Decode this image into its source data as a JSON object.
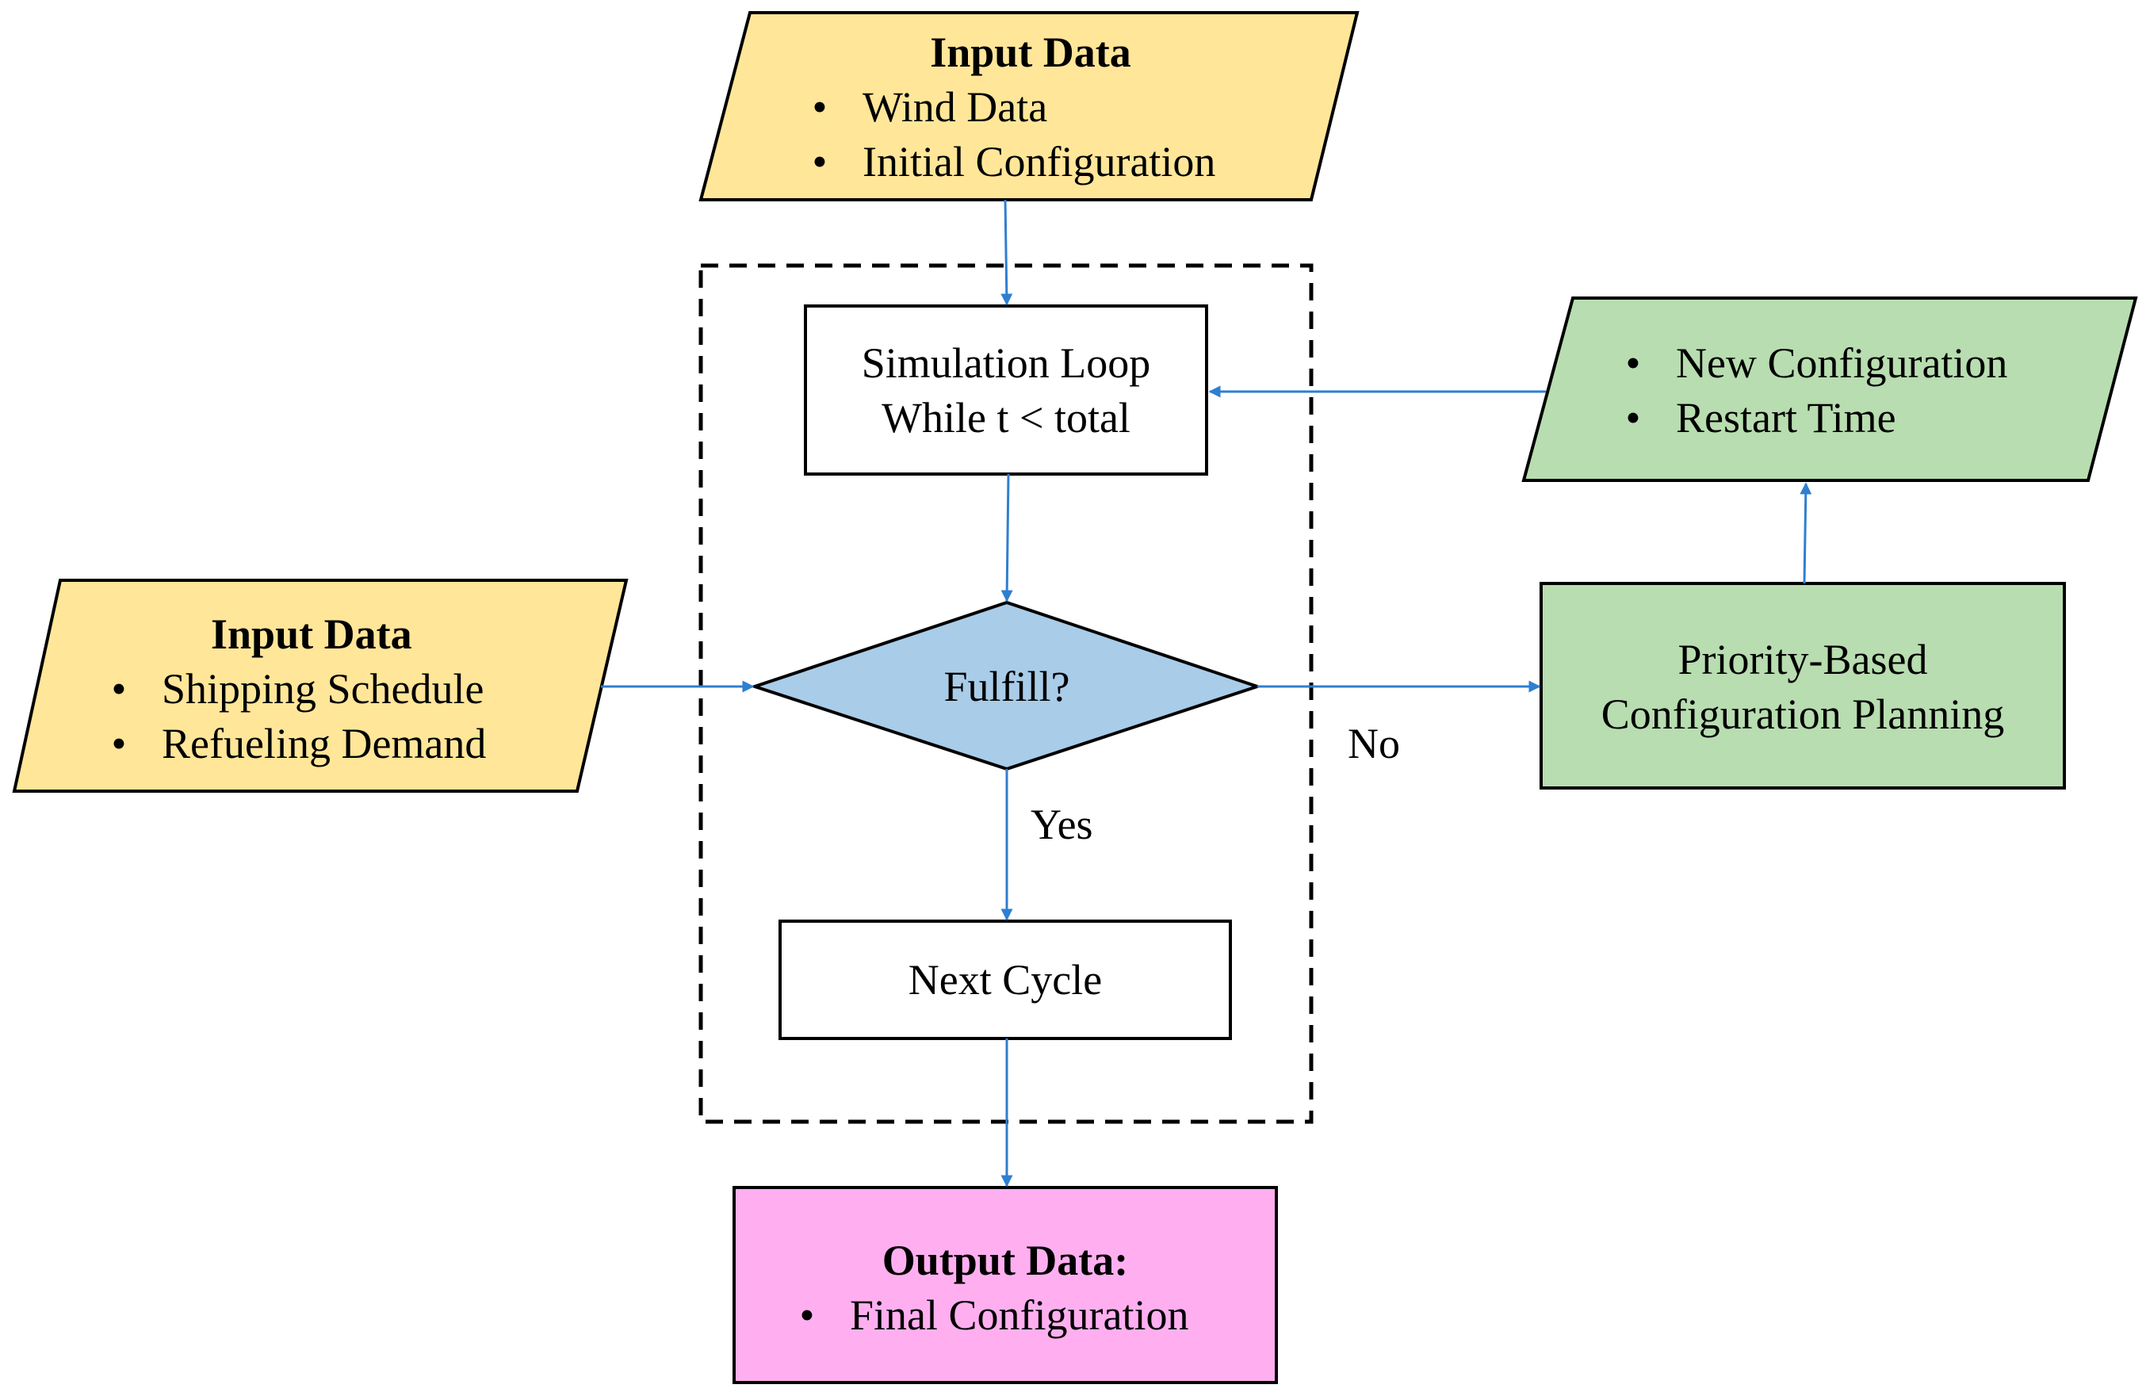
{
  "nodes": {
    "input_top": {
      "title": "Input Data",
      "items": [
        "Wind Data",
        "Initial Configuration"
      ]
    },
    "input_left": {
      "title": "Input Data",
      "items": [
        "Shipping Schedule",
        "Refueling Demand"
      ]
    },
    "simulation_loop": {
      "lines": [
        "Simulation Loop",
        "While t < total"
      ]
    },
    "decision": {
      "label": "Fulfill?"
    },
    "next_cycle": {
      "label": "Next Cycle"
    },
    "output": {
      "title": "Output Data:",
      "items": [
        "Final Configuration"
      ]
    },
    "planning": {
      "lines": [
        "Priority-Based",
        "Configuration Planning"
      ]
    },
    "new_config": {
      "items": [
        "New Configuration",
        "Restart Time"
      ]
    }
  },
  "edge_labels": {
    "yes": "Yes",
    "no": "No"
  },
  "bullet_glyph": "•",
  "colors": {
    "input_fill": "#FFE699",
    "decision_fill": "#A9CCE8",
    "planning_fill": "#B8DDB0",
    "output_fill": "#FFAFF0",
    "arrow": "#2F7FD1",
    "stroke": "#000000"
  }
}
